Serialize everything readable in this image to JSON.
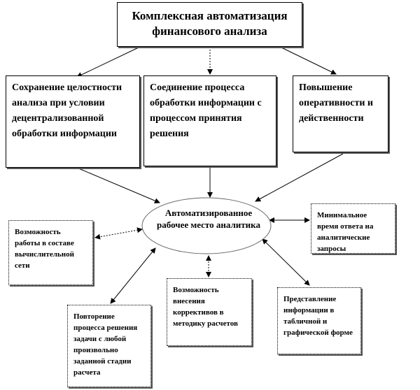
{
  "title": "Комплексная автоматизация финансового анализа",
  "goals": [
    "Сохранение целостности анализа при условии децентрализованной обработки информации",
    "Соединение процесса обработки информации с процессом принятия решения",
    "Повышение оперативности и действенности"
  ],
  "center": "Автоматизированное рабочее место аналитика",
  "features": {
    "network": "Возможность работы в составе вычислительной сети",
    "response": "Минимальное время ответа на аналитические запросы",
    "corrections": "Возможность внесения коррективов в методику расчетов",
    "presentation": "Представление информации в табличной и графической форме",
    "repeat": "Повторение процесса решения задачи с любой произвольно заданной стадии расчета"
  }
}
